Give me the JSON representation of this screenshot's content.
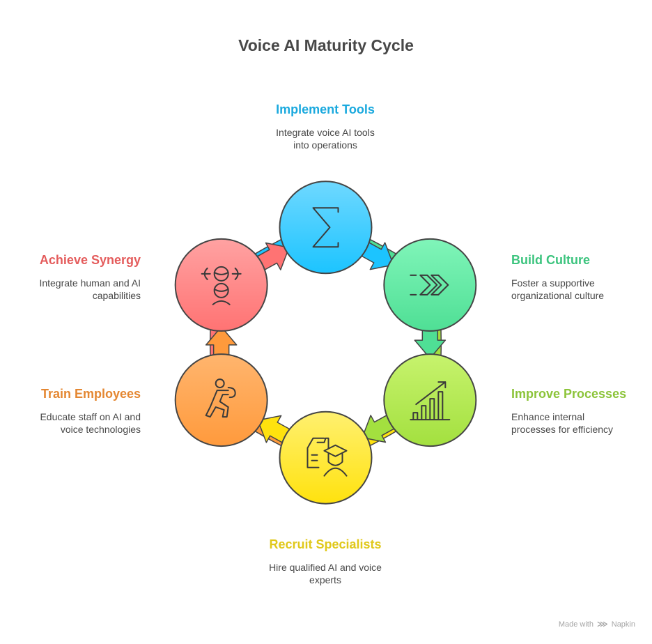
{
  "title": "Voice AI Maturity Cycle",
  "steps": [
    {
      "id": "implement",
      "title": "Implement Tools",
      "description_lines": [
        "Integrate voice AI tools",
        "into operations"
      ],
      "color": "#1aa9de",
      "fill_top": "#6fd8ff",
      "fill_bottom": "#1cc4ff",
      "icon": "sigma-icon"
    },
    {
      "id": "culture",
      "title": "Build Culture",
      "description_lines": [
        "Foster a supportive",
        "organizational culture"
      ],
      "color": "#3cc47e",
      "fill_top": "#80f5b9",
      "fill_bottom": "#4fdf95",
      "icon": "fast-forward-icon"
    },
    {
      "id": "process",
      "title": "Improve Processes",
      "description_lines": [
        "Enhance internal",
        "processes for efficiency"
      ],
      "color": "#8cc43a",
      "fill_top": "#c7f36d",
      "fill_bottom": "#a3e03f",
      "icon": "growth-chart-icon"
    },
    {
      "id": "recruit",
      "title": "Recruit Specialists",
      "description_lines": [
        "Hire qualified AI and voice",
        "experts"
      ],
      "color": "#e0c81a",
      "fill_top": "#fff070",
      "fill_bottom": "#ffe20e",
      "icon": "graduate-resume-icon"
    },
    {
      "id": "train",
      "title": "Train Employees",
      "description_lines": [
        "Educate staff on AI and",
        "voice technologies"
      ],
      "color": "#e48732",
      "fill_top": "#ffb56e",
      "fill_bottom": "#ff9a3c",
      "icon": "boxing-person-icon"
    },
    {
      "id": "synergy",
      "title": "Achieve Synergy",
      "description_lines": [
        "Integrate human and AI",
        "capabilities"
      ],
      "color": "#e45c5c",
      "fill_top": "#ffa2a2",
      "fill_bottom": "#ff7373",
      "icon": "human-ai-brain-icon"
    }
  ],
  "footer": {
    "made_with": "Made with",
    "brand": "Napkin"
  }
}
